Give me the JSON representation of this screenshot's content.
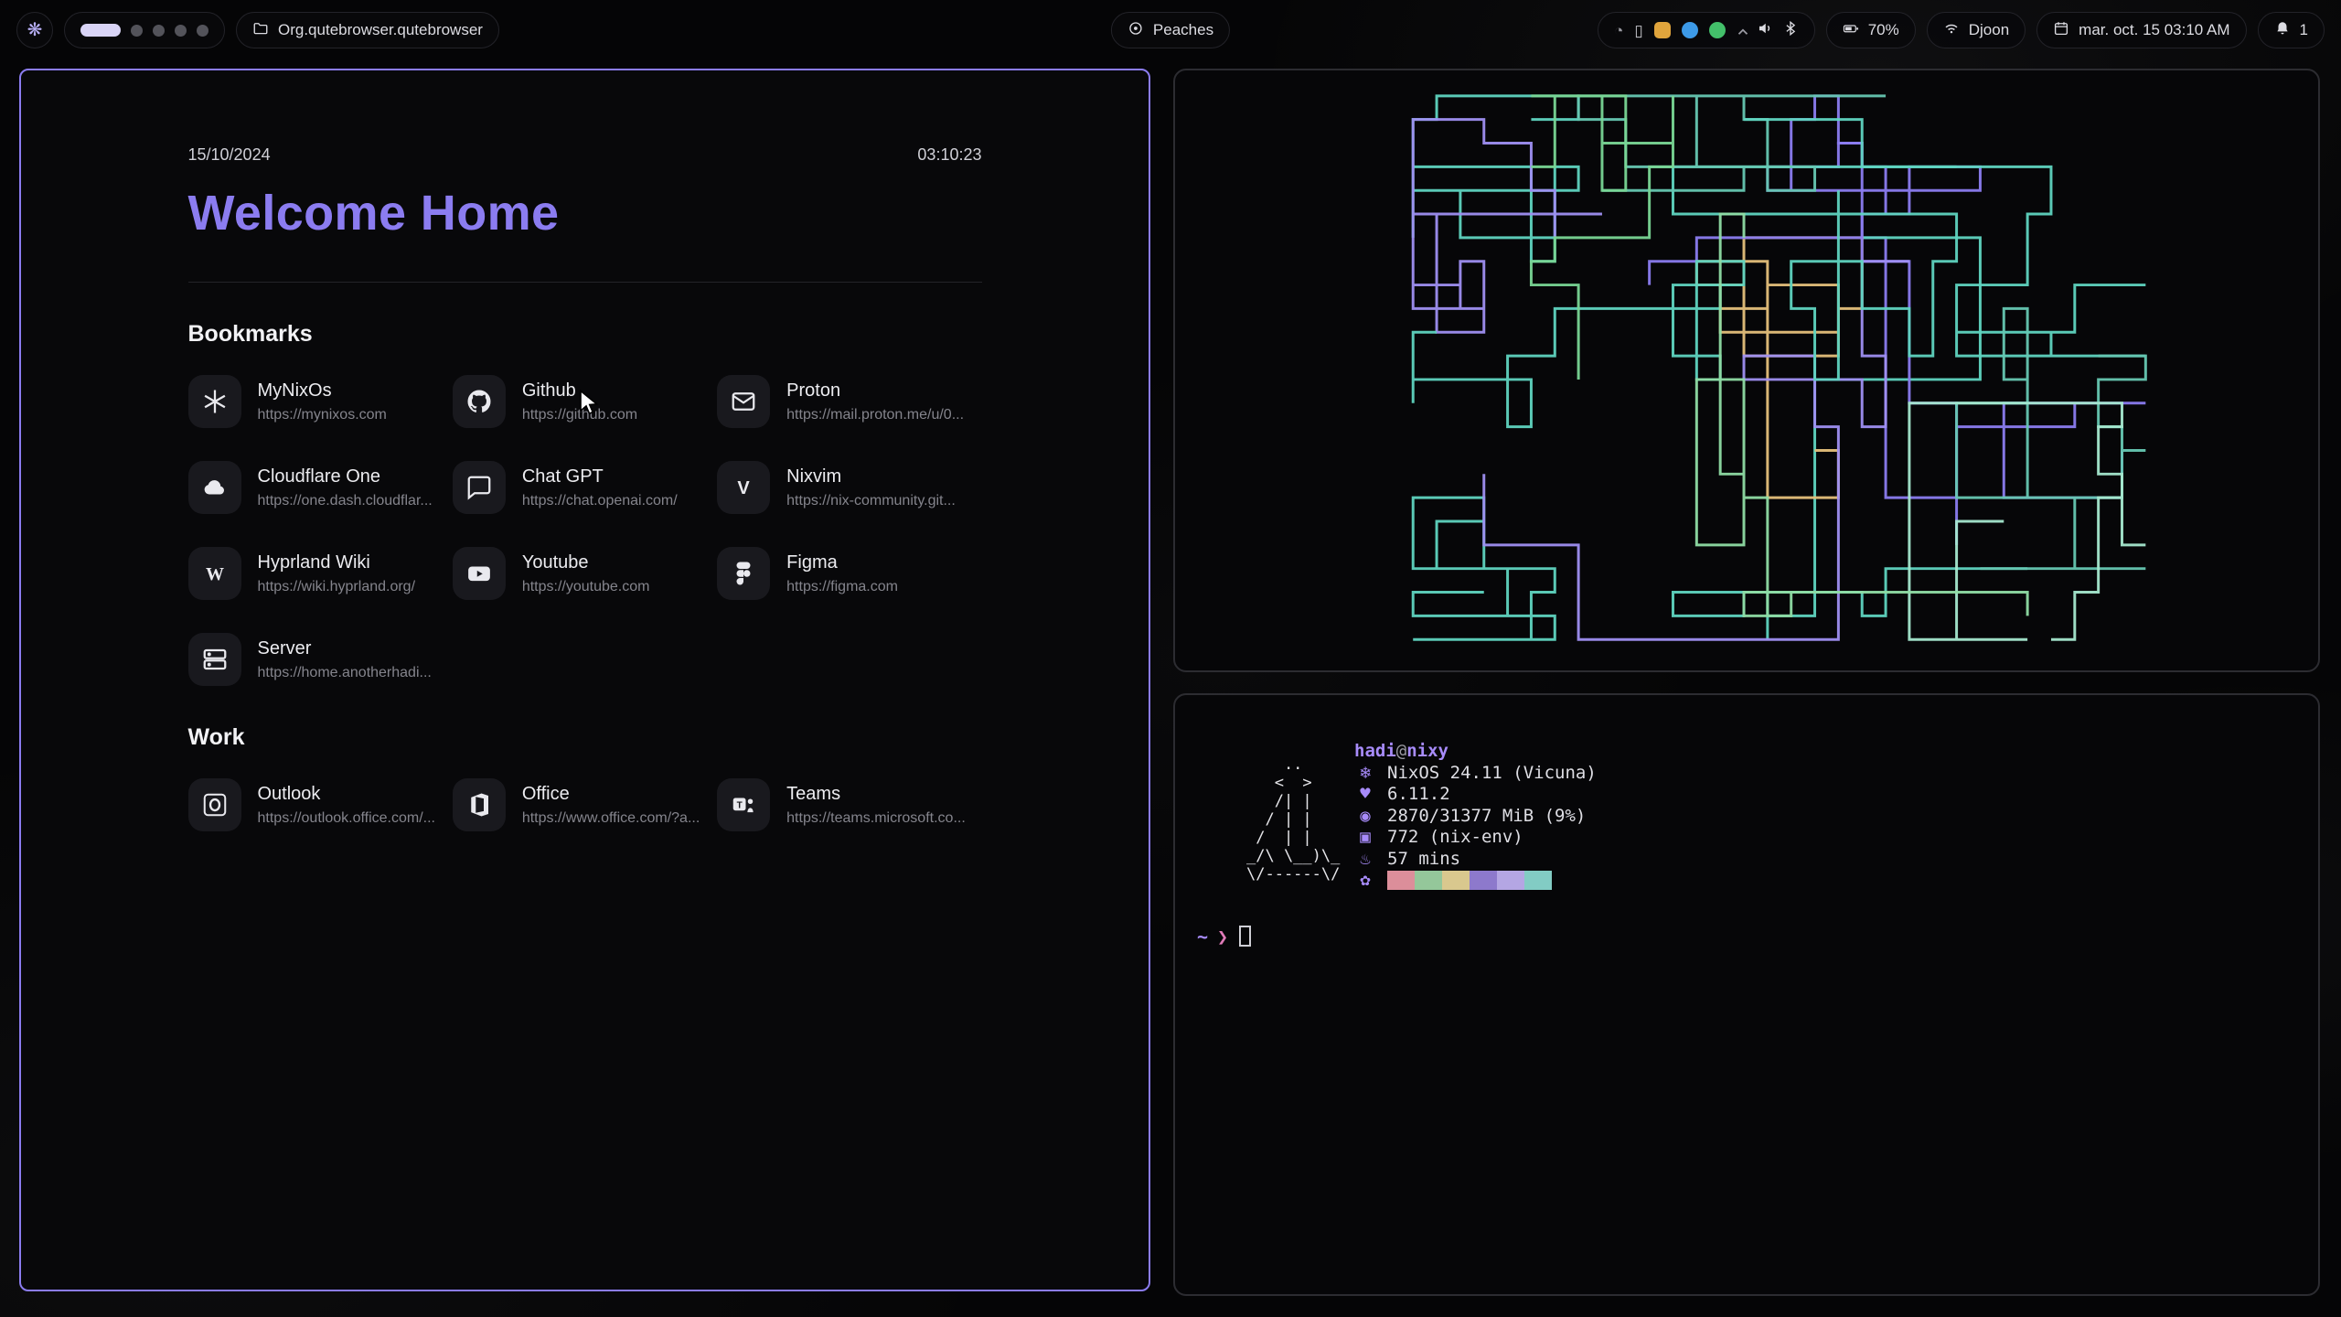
{
  "topbar": {
    "launcher_glyph": "❋",
    "workspaces": {
      "active_index": 0,
      "count": 5
    },
    "window_title": "Org.qutebrowser.qutebrowser",
    "center_label": "Peaches",
    "tray": [
      {
        "name": "gauge-tray-icon",
        "glyph": "◔",
        "color": "#9a9aa2"
      },
      {
        "name": "battery-tray-icon",
        "glyph": "▯",
        "color": "#c6c6cc"
      },
      {
        "name": "orange-app-tray-icon",
        "bg": "#e0a43c",
        "shape": "square"
      },
      {
        "name": "blue-app-tray-icon",
        "bg": "#3d9ae8",
        "shape": "circle"
      },
      {
        "name": "green-app-tray-icon",
        "bg": "#43c06a",
        "shape": "circle"
      }
    ],
    "battery_percent": "70%",
    "wifi_ssid": "Djoon",
    "clock": "mar. oct. 15  03:10 AM",
    "notification_count": "1"
  },
  "startpage": {
    "date": "15/10/2024",
    "time": "03:10:23",
    "title": "Welcome Home",
    "accent_color": "#8b7cf0",
    "sections": [
      {
        "heading": "Bookmarks",
        "items": [
          {
            "icon": "nix-snowflake-icon",
            "name": "MyNixOs",
            "url": "https://mynixos.com"
          },
          {
            "icon": "github-icon",
            "name": "Github",
            "url": "https://github.com"
          },
          {
            "icon": "mail-icon",
            "name": "Proton",
            "url": "https://mail.proton.me/u/0..."
          },
          {
            "icon": "cloud-icon",
            "name": "Cloudflare One",
            "url": "https://one.dash.cloudflar..."
          },
          {
            "icon": "chat-icon",
            "name": "Chat GPT",
            "url": "https://chat.openai.com/"
          },
          {
            "icon": "nixvim-icon",
            "name": "Nixvim",
            "url": "https://nix-community.git..."
          },
          {
            "icon": "wiki-icon",
            "name": "Hyprland Wiki",
            "url": "https://wiki.hyprland.org/"
          },
          {
            "icon": "youtube-icon",
            "name": "Youtube",
            "url": "https://youtube.com"
          },
          {
            "icon": "figma-icon",
            "name": "Figma",
            "url": "https://figma.com"
          },
          {
            "icon": "server-icon",
            "name": "Server",
            "url": "https://home.anotherhadi..."
          }
        ]
      },
      {
        "heading": "Work",
        "items": [
          {
            "icon": "outlook-icon",
            "name": "Outlook",
            "url": "https://outlook.office.com/..."
          },
          {
            "icon": "office-icon",
            "name": "Office",
            "url": "https://www.office.com/?a..."
          },
          {
            "icon": "teams-icon",
            "name": "Teams",
            "url": "https://teams.microsoft.co..."
          }
        ]
      }
    ]
  },
  "pipes": {
    "colors": [
      "#5fd4c0",
      "#79d695",
      "#8b7cf0",
      "#e5c07b",
      "#a5e8cf",
      "#66c7b2",
      "#8fdca4",
      "#9f8ff2",
      "#5fd4c0",
      "#79d695"
    ]
  },
  "fetch": {
    "user_host": {
      "user": "hadi",
      "at": "@",
      "host": "nixy"
    },
    "ascii_art": [
      "    ..",
      "   <  >",
      "   /| |",
      "  / | |",
      " /  | |",
      "_/\\ \\__)\\_",
      "\\/------\\/"
    ],
    "info": [
      {
        "icon_name": "nixos-os-icon",
        "glyph": "❄",
        "label": "NixOS 24.11 (Vicuna)"
      },
      {
        "icon_name": "kernel-icon",
        "glyph": "♥",
        "label": "6.11.2"
      },
      {
        "icon_name": "memory-icon",
        "glyph": "◉",
        "label": "2870/31377 MiB (9%)"
      },
      {
        "icon_name": "packages-icon",
        "glyph": "▣",
        "label": "772 (nix-env)"
      },
      {
        "icon_name": "uptime-icon",
        "glyph": "♨",
        "label": "57 mins"
      }
    ],
    "palette_icon": "✿",
    "palette": [
      "#dc8e9a",
      "#94c79a",
      "#d9c88e",
      "#8d79cc",
      "#b4a6e3",
      "#82ccc4"
    ],
    "prompt": {
      "tilde": "~",
      "chevron": "❯"
    }
  }
}
